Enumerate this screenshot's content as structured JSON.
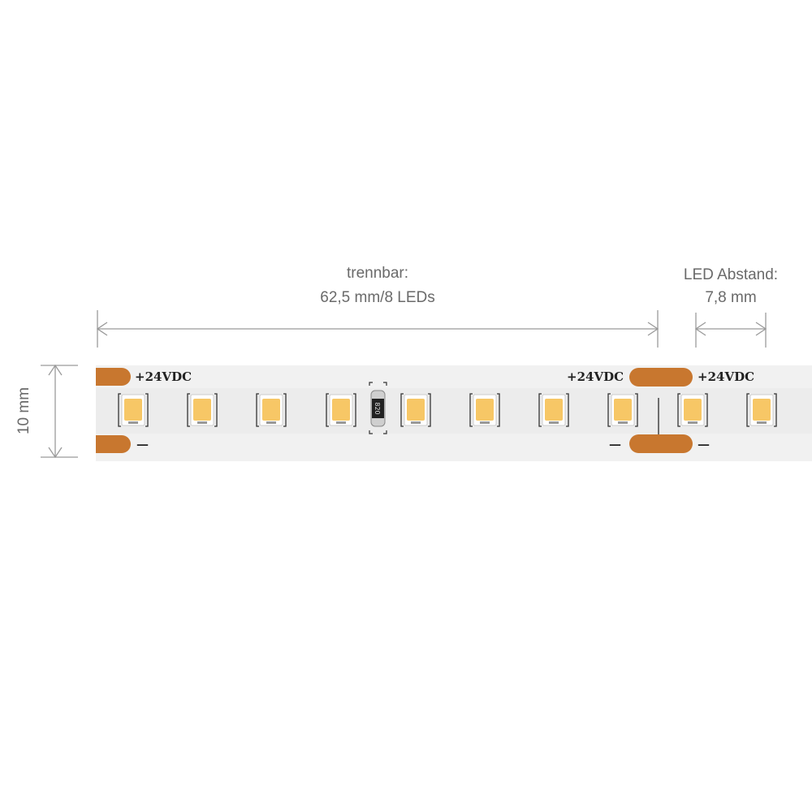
{
  "dimensions": {
    "cut_label": "trennbar:",
    "cut_value": "62,5 mm/8 LEDs",
    "pitch_label": "LED Abstand:",
    "pitch_value": "7,8 mm",
    "width_value": "10 mm"
  },
  "strip": {
    "positive_label": "+24VDC",
    "negative_label": "—",
    "resistor_code": "820",
    "led_count_visible": 10,
    "colors": {
      "pad": "#c8772f",
      "led": "#f7c766",
      "board": "#f1f1f1"
    }
  }
}
